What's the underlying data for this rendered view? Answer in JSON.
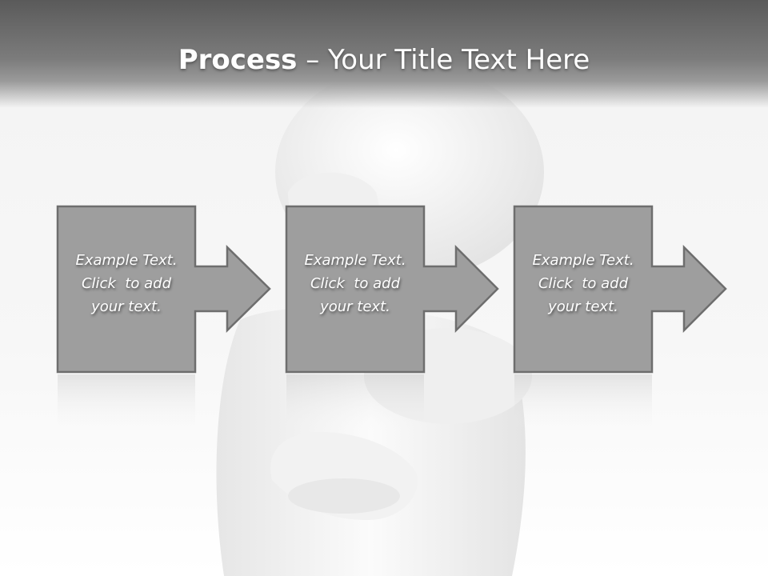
{
  "slide": {
    "title_bold": "Process",
    "title_rest": " – Your Title Text Here",
    "steps": [
      {
        "line1": "Example Text.",
        "line2": "Click  to add",
        "line3": "your text."
      },
      {
        "line1": "Example Text.",
        "line2": "Click  to add",
        "line3": "your text."
      },
      {
        "line1": "Example Text.",
        "line2": "Click  to add",
        "line3": "your text."
      }
    ],
    "colors": {
      "header_dark": "#5a5a5a",
      "box_fill": "#9e9e9e",
      "box_border": "#6e6e6e",
      "text": "#ffffff"
    },
    "icons": [
      "thinking-person-image",
      "arrow-right-icon"
    ]
  }
}
